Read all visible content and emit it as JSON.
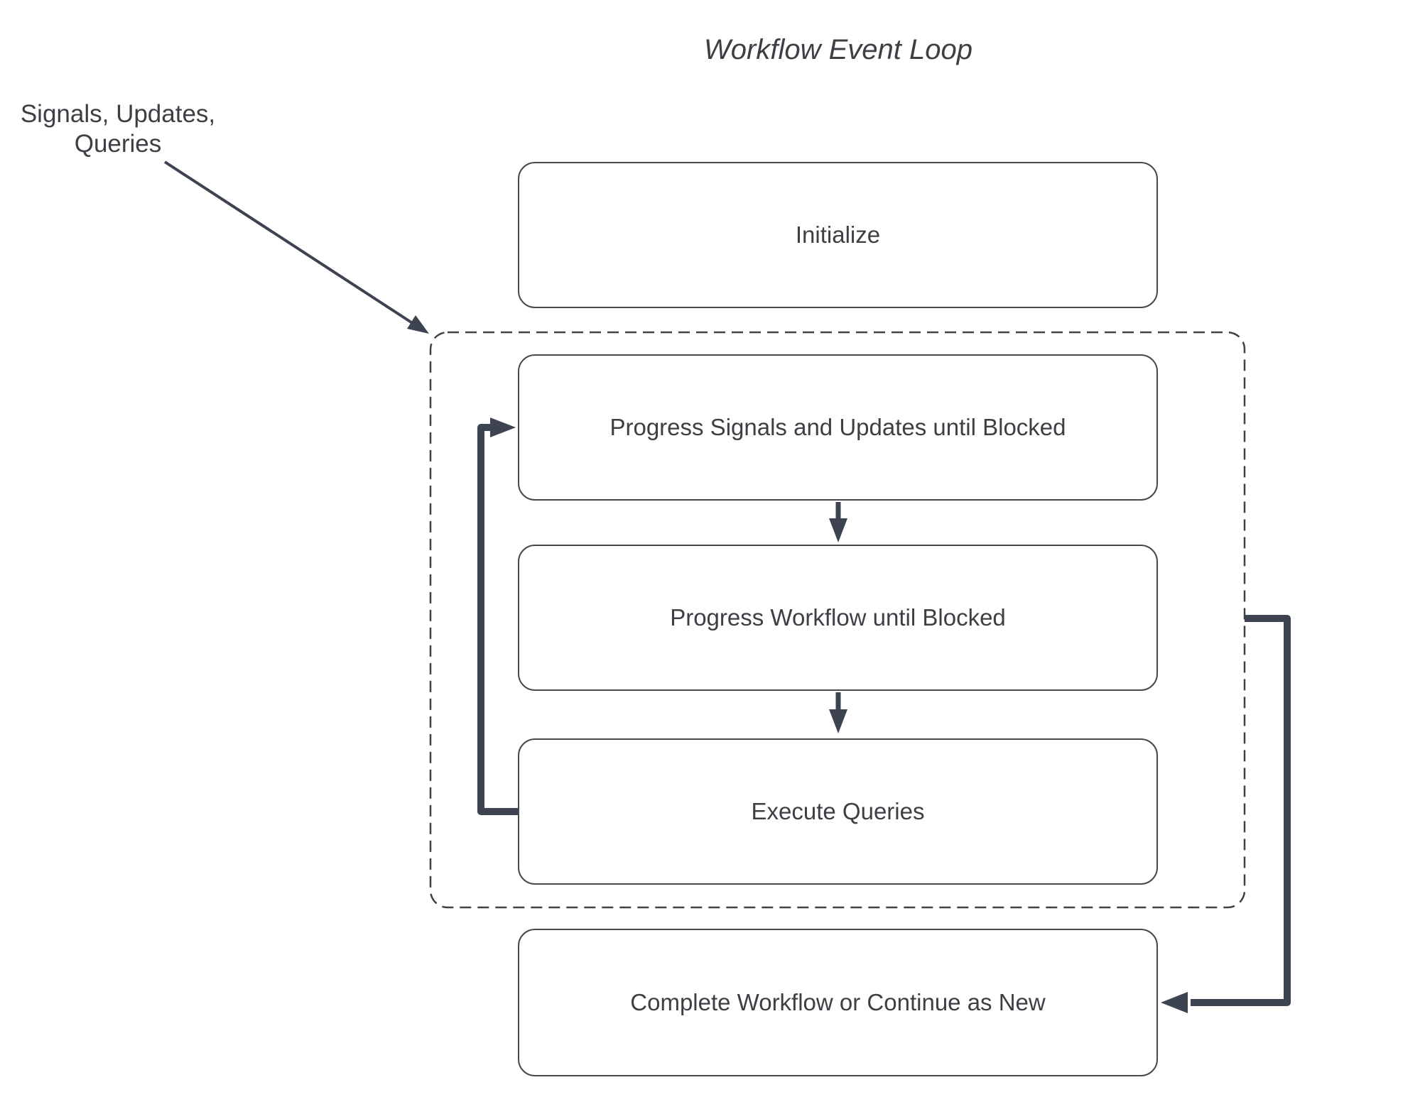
{
  "title": "Workflow Event Loop",
  "side_label": "Signals, Updates,\nQueries",
  "boxes": {
    "initialize": "Initialize",
    "progress_signals": "Progress Signals and Updates until Blocked",
    "progress_workflow": "Progress Workflow until Blocked",
    "execute_queries": "Execute Queries",
    "complete_workflow": "Complete Workflow or Continue as New"
  },
  "colors": {
    "background": "#ffffff",
    "box_border": "#47494d",
    "dashed_border": "#3f4246",
    "arrow": "#3d4350",
    "text": "#3c4045"
  }
}
